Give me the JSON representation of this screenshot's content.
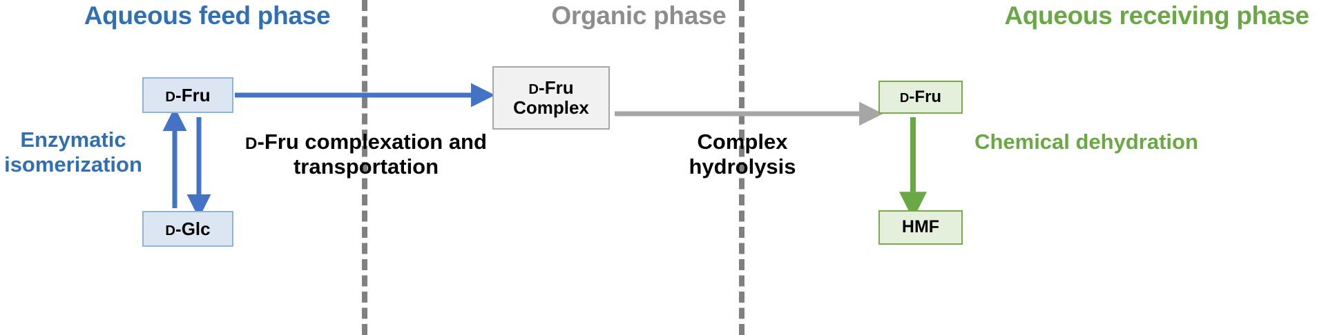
{
  "diagram": {
    "title": "Three-phase extraction scheme for conversion of D-Glc to HMF",
    "type": "process-flow-diagram",
    "background": "#ffffff"
  },
  "colors": {
    "blue": "#2f6fb2",
    "blue_arrow": "#4472c4",
    "blue_box_fill": "#dce6f2",
    "blue_box_border": "#8fb4d9",
    "gray": "#8d8d8d",
    "gray_arrow": "#a6a6a6",
    "gray_box_fill": "#f1f1f1",
    "gray_box_border": "#a6a6a6",
    "green": "#6aa845",
    "green_arrow": "#6aa845",
    "green_box_fill": "#e4efdc",
    "green_box_border": "#76ab48",
    "divider": "#808080",
    "black": "#000000"
  },
  "phases": {
    "feed": {
      "heading": "Aqueous feed phase"
    },
    "organic": {
      "heading": "Organic phase"
    },
    "receiving": {
      "heading": "Aqueous receiving phase"
    }
  },
  "nodes": {
    "fru_feed": {
      "prefix": "D",
      "label": "-Fru",
      "phase": "feed"
    },
    "glc_feed": {
      "prefix": "D",
      "label": "-Glc",
      "phase": "feed"
    },
    "fru_complex": {
      "prefix": "D",
      "label": "-Fru",
      "line2": "Complex",
      "phase": "organic"
    },
    "fru_receiving": {
      "prefix": "D",
      "label": "-Fru",
      "phase": "receiving"
    },
    "hmf": {
      "label": "HMF",
      "phase": "receiving"
    }
  },
  "captions": {
    "enzymatic": "Enzymatic isomerization",
    "complexation": {
      "prefix": "D",
      "text": "-Fru complexation and transportation"
    },
    "hydrolysis": "Complex hydrolysis",
    "dehydration": "Chemical dehydration"
  },
  "icons": {
    "arrow_feed_to_organic": "right-arrow-icon",
    "arrow_organic_to_receiving": "right-arrow-icon",
    "arrow_glc_to_fru": "up-arrow-icon",
    "arrow_fru_to_glc": "down-arrow-icon",
    "arrow_fru_to_hmf": "down-arrow-icon",
    "divider_left": "dashed-divider-icon",
    "divider_right": "dashed-divider-icon"
  }
}
